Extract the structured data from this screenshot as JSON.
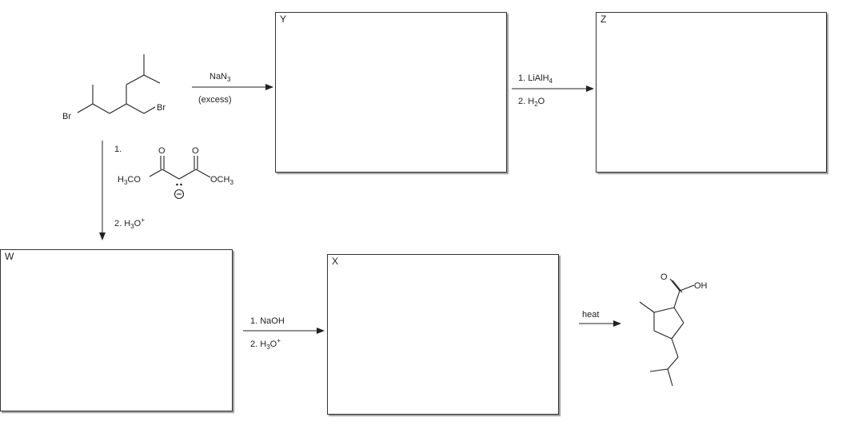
{
  "boxes": {
    "y": "Y",
    "z": "Z",
    "w": "W",
    "x": "X"
  },
  "start_material": {
    "br_left": "Br",
    "br_right": "Br"
  },
  "step_nan3": {
    "reagent": "NaN",
    "reagent_sub": "3",
    "condition": "(excess)"
  },
  "step_lialh4": {
    "line1_prefix": "1. LiAlH",
    "line1_sub": "4",
    "line2_prefix": "2. H",
    "line2_sub": "2",
    "line2_suffix": "O"
  },
  "step_malonate": {
    "step1": "1.",
    "left_group": "H",
    "left_group_sub": "3",
    "left_group_suffix": "CO",
    "right_group": "OCH",
    "right_group_sub": "3",
    "carbonyl_o": "O",
    "step2_prefix": "2. H",
    "step2_sub": "3",
    "step2_suffix": "O",
    "step2_sup": "+"
  },
  "step_naoh": {
    "line1": "1. NaOH",
    "line2_prefix": "2. H",
    "line2_sub": "3",
    "line2_suffix": "O",
    "line2_sup": "+"
  },
  "step_heat": {
    "label": "heat"
  },
  "product": {
    "carbonyl_o": "O",
    "oh": "OH"
  }
}
